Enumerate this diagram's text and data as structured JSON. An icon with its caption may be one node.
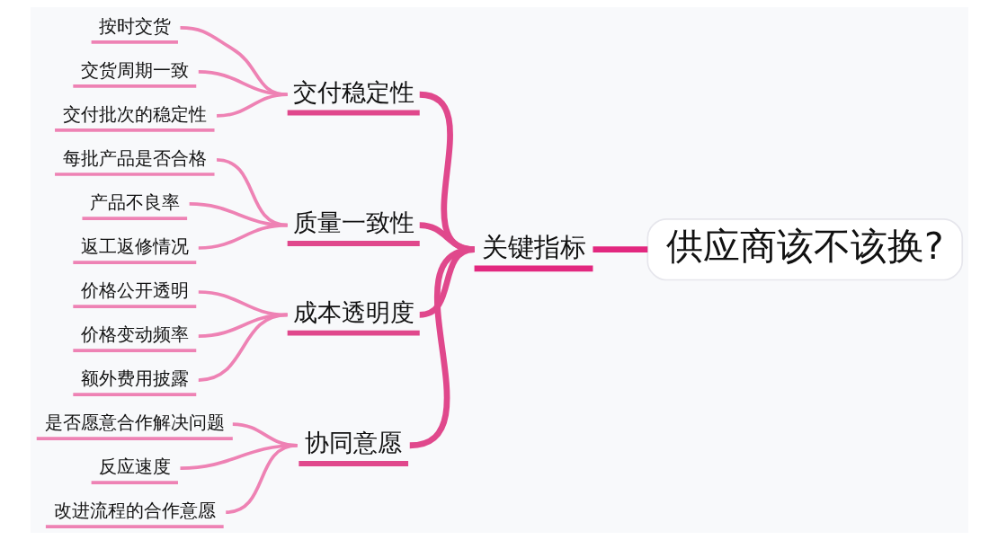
{
  "diagram": {
    "nodes": [
      {
        "text": [
          "供应商该不该换?"
        ]
      },
      {
        "text": [
          "关键指标"
        ]
      },
      {
        "text": [
          "交付稳定性"
        ]
      },
      {
        "text": [
          "按时交货"
        ]
      },
      {
        "text": [
          "交货周期一致"
        ]
      },
      {
        "text": [
          "交付批次的稳定性"
        ]
      },
      {
        "text": [
          "质量一致性"
        ]
      },
      {
        "text": [
          "每批产品是否合格"
        ]
      },
      {
        "text": [
          "产品不良率"
        ]
      },
      {
        "text": [
          "返工返修情况"
        ]
      },
      {
        "text": [
          "成本透明度"
        ]
      },
      {
        "text": [
          "价格公开透明"
        ]
      },
      {
        "text": [
          "价格变动频率"
        ]
      },
      {
        "text": [
          "额外费用披露"
        ]
      },
      {
        "text": [
          "协同意愿"
        ]
      },
      {
        "text": [
          "是否愿意合作解决问题"
        ]
      },
      {
        "text": [
          "反应速度"
        ]
      },
      {
        "text": [
          "改进流程的合作意愿"
        ]
      }
    ],
    "edges": [
      {
        "from": 0,
        "to": 1,
        "arrow": "none",
        "style": "thick",
        "color": "#e2287f"
      },
      {
        "from": 1,
        "to": 2,
        "arrow": "none",
        "style": "thick",
        "color": "#e0488c"
      },
      {
        "from": 2,
        "to": 3,
        "arrow": "none"
      },
      {
        "from": 2,
        "to": 4,
        "arrow": "none"
      },
      {
        "from": 2,
        "to": 5,
        "arrow": "none"
      },
      {
        "from": 1,
        "to": 6,
        "arrow": "none",
        "style": "thick",
        "color": "#e0488c"
      },
      {
        "from": 6,
        "to": 7,
        "arrow": "none"
      },
      {
        "from": 6,
        "to": 8,
        "arrow": "none"
      },
      {
        "from": 6,
        "to": 9,
        "arrow": "none"
      },
      {
        "from": 1,
        "to": 10,
        "arrow": "none",
        "style": "thick",
        "color": "#e0488c"
      },
      {
        "from": 10,
        "to": 11,
        "arrow": "none"
      },
      {
        "from": 10,
        "to": 12,
        "arrow": "none"
      },
      {
        "from": 10,
        "to": 13,
        "arrow": "none"
      },
      {
        "from": 1,
        "to": 14,
        "arrow": "none",
        "style": "thick",
        "color": "#e0488c"
      },
      {
        "from": 14,
        "to": 15,
        "arrow": "none"
      },
      {
        "from": 14,
        "to": 16,
        "arrow": "none"
      },
      {
        "from": 14,
        "to": 17,
        "arrow": "none"
      }
    ]
  }
}
